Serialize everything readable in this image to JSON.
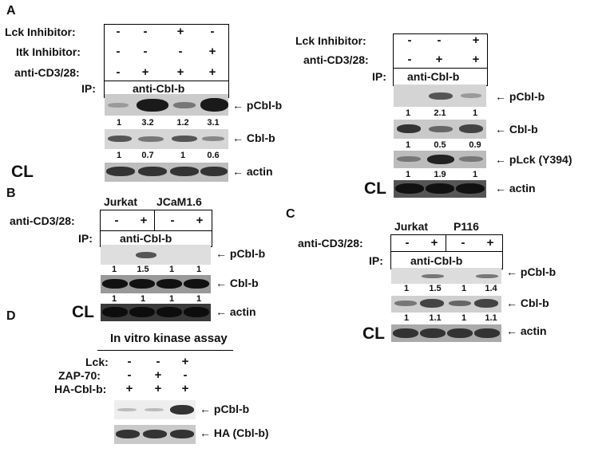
{
  "panel_a": {
    "letter": "A",
    "left": {
      "rows": [
        {
          "label": "Lck Inhibitor:",
          "vals": [
            "-",
            "-",
            "+",
            "-"
          ]
        },
        {
          "label": "Itk Inhibitor:",
          "vals": [
            "-",
            "-",
            "-",
            "+"
          ]
        },
        {
          "label": "anti-CD3/28:",
          "vals": [
            "-",
            "+",
            "+",
            "+"
          ]
        }
      ],
      "ip_label": "IP:",
      "ip_value": "anti-Cbl-b",
      "blots": [
        {
          "name": "pCbl-b",
          "quant": [
            "1",
            "3.2",
            "1.2",
            "3.1"
          ]
        },
        {
          "name": "Cbl-b",
          "quant": [
            "1",
            "0.7",
            "1",
            "0.6"
          ]
        },
        {
          "name": "actin",
          "quant": []
        }
      ],
      "cl_label": "CL"
    },
    "right": {
      "rows": [
        {
          "label": "Lck Inhibitor:",
          "vals": [
            "-",
            "-",
            "+"
          ]
        },
        {
          "label": "anti-CD3/28:",
          "vals": [
            "-",
            "+",
            "+"
          ]
        }
      ],
      "ip_label": "IP:",
      "ip_value": "anti-Cbl-b",
      "blots": [
        {
          "name": "pCbl-b",
          "quant": [
            "1",
            "2.1",
            "1"
          ]
        },
        {
          "name": "Cbl-b",
          "quant": [
            "1",
            "0.5",
            "0.9"
          ]
        },
        {
          "name": "pLck (Y394)",
          "quant": [
            "1",
            "1.9",
            "1"
          ]
        },
        {
          "name": "actin",
          "quant": []
        }
      ],
      "cl_label": "CL"
    }
  },
  "panel_b": {
    "letter": "B",
    "cell_lines": [
      "Jurkat",
      "JCaM1.6"
    ],
    "row_label": "anti-CD3/28:",
    "vals": [
      "-",
      "+",
      "-",
      "+"
    ],
    "ip_label": "IP:",
    "ip_value": "anti-Cbl-b",
    "blots": [
      {
        "name": "pCbl-b",
        "quant": [
          "1",
          "1.5",
          "1",
          "1"
        ]
      },
      {
        "name": "Cbl-b",
        "quant": [
          "1",
          "1",
          "1",
          "1"
        ]
      },
      {
        "name": "actin",
        "quant": []
      }
    ],
    "cl_label": "CL"
  },
  "panel_c": {
    "letter": "C",
    "cell_lines": [
      "Jurkat",
      "P116"
    ],
    "row_label": "anti-CD3/28:",
    "vals": [
      "-",
      "+",
      "-",
      "+"
    ],
    "ip_label": "IP:",
    "ip_value": "anti-Cbl-b",
    "blots": [
      {
        "name": "pCbl-b",
        "quant": [
          "1",
          "1.5",
          "1",
          "1.4"
        ]
      },
      {
        "name": "Cbl-b",
        "quant": [
          "1",
          "1.1",
          "1",
          "1.1"
        ]
      },
      {
        "name": "actin",
        "quant": []
      }
    ],
    "cl_label": "CL"
  },
  "panel_d": {
    "letter": "D",
    "title": "In vitro kinase assay",
    "rows": [
      {
        "label": "Lck:",
        "vals": [
          "-",
          "-",
          "+"
        ]
      },
      {
        "label": "ZAP-70:",
        "vals": [
          "-",
          "+",
          "-"
        ]
      },
      {
        "label": "HA-Cbl-b:",
        "vals": [
          "+",
          "+",
          "+"
        ]
      }
    ],
    "blots": [
      {
        "name": "pCbl-b"
      },
      {
        "name": "HA (Cbl-b)"
      }
    ]
  },
  "arrow_glyph": "←",
  "colors": {
    "blot_bg": "#c9c9c9",
    "band_dark": "#1a1a1a",
    "band_mid": "#555555",
    "band_faint": "#9a9a9a"
  }
}
